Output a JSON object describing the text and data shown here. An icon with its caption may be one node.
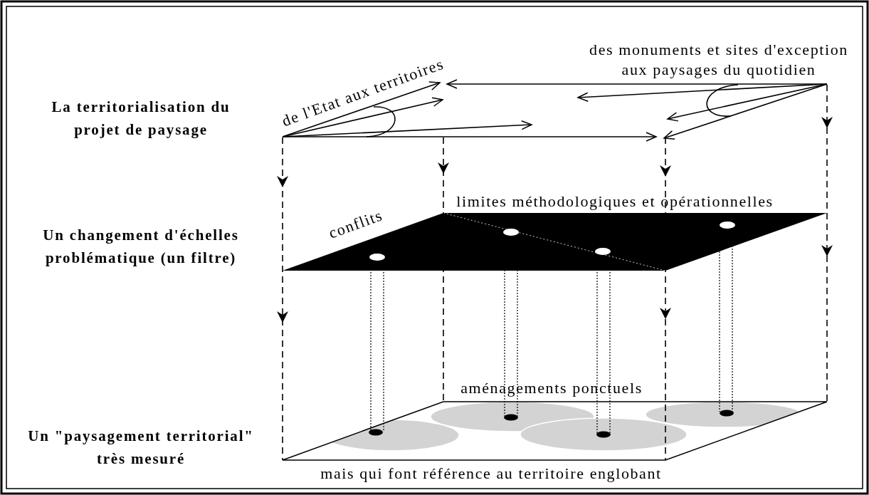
{
  "diagram": {
    "labels": [
      "des monuments et sites d'exception aux paysages du quotidien",
      "de l'Etat aux territoires",
      "La territorialisation du projet de paysage",
      "limites méthodologiques et opérationnelles",
      "conflits",
      "Un changement d'échelles problématique (un filtre)",
      "aménagements ponctuels",
      "Un \"paysagement territorial\" très mesuré",
      "mais qui font référence au territoire englobant"
    ]
  }
}
